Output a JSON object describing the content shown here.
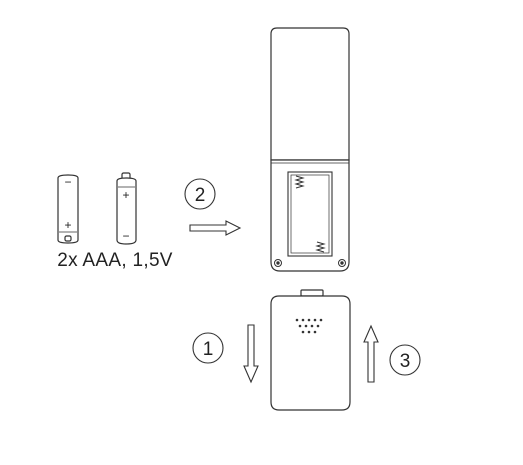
{
  "caption": "2x AAA, 1,5V",
  "steps": [
    "1",
    "2",
    "3"
  ],
  "battery_marks": {
    "plus": "+",
    "minus": "−"
  },
  "colors": {
    "line": "#333333",
    "background": "#ffffff"
  },
  "icons": [
    "battery-icon",
    "remote-control-icon",
    "battery-cover-icon",
    "arrow-right-icon",
    "arrow-down-icon",
    "arrow-up-icon",
    "spring-icon",
    "screw-icon"
  ]
}
